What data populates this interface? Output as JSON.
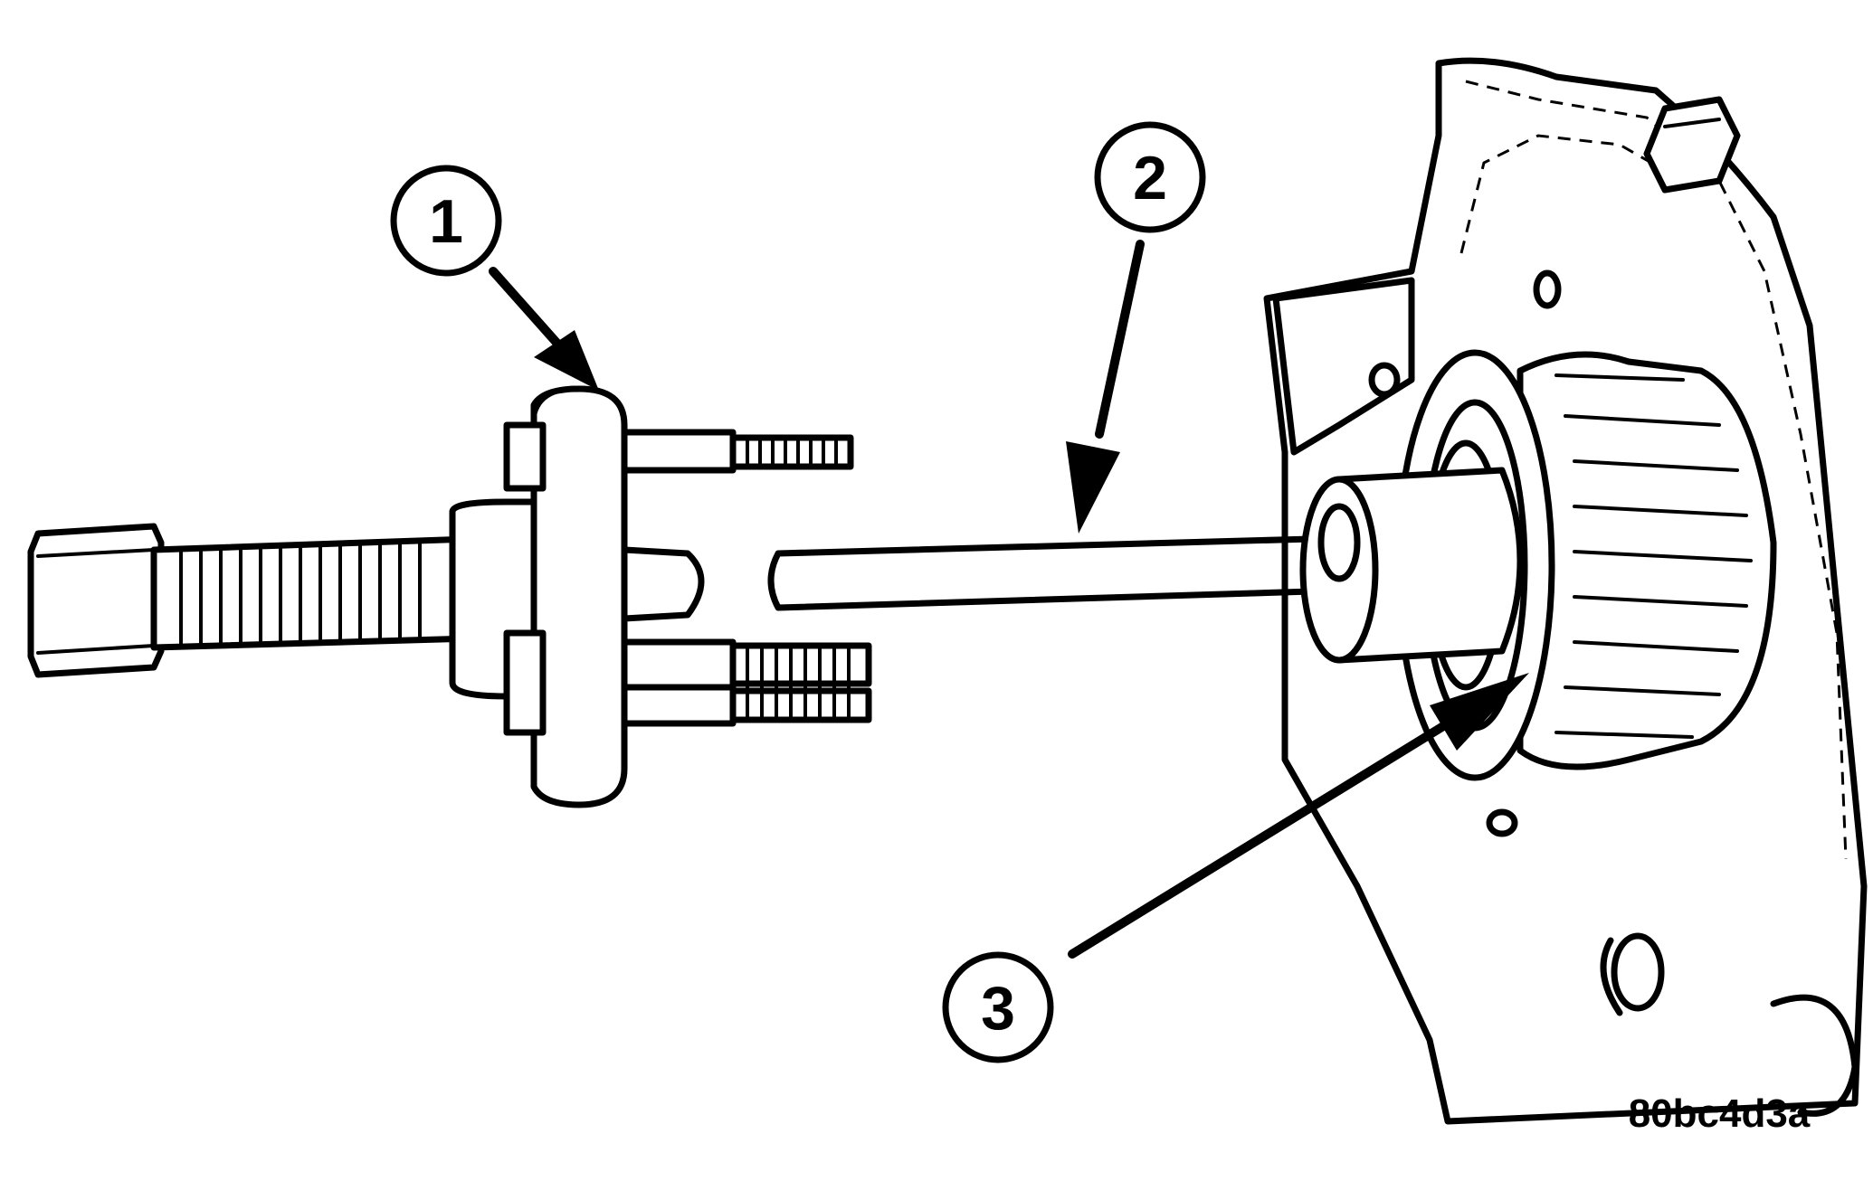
{
  "callouts": [
    {
      "id": "1",
      "label": "1"
    },
    {
      "id": "2",
      "label": "2"
    },
    {
      "id": "3",
      "label": "3"
    }
  ],
  "figure_code": "80bc4d3a"
}
